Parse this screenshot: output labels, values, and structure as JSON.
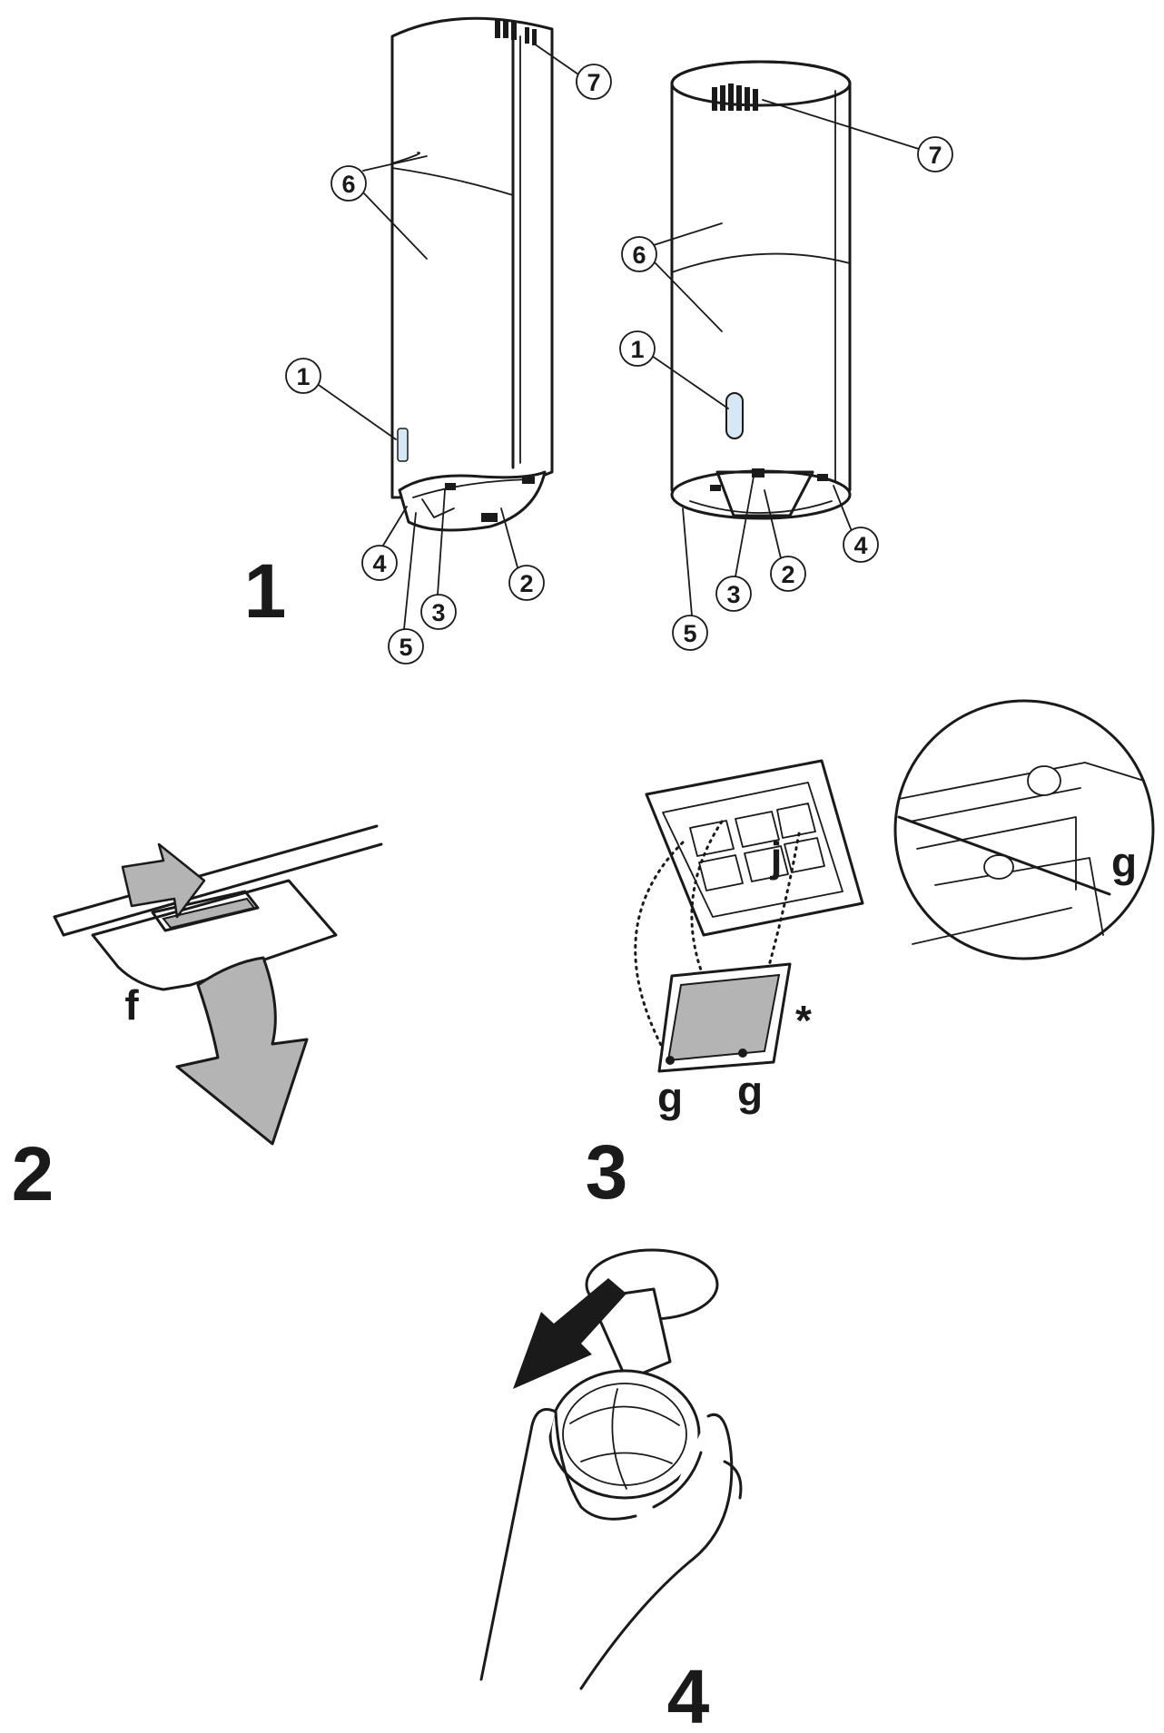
{
  "steps": [
    {
      "number": "1"
    },
    {
      "number": "2"
    },
    {
      "number": "3"
    },
    {
      "number": "4"
    }
  ],
  "figure1": {
    "left_hood_callouts": [
      "7",
      "6",
      "1",
      "4",
      "5",
      "3",
      "2"
    ],
    "right_hood_callouts": [
      "7",
      "6",
      "1",
      "5",
      "3",
      "2",
      "4"
    ]
  },
  "figure2": {
    "letter_f": "f"
  },
  "figure3": {
    "letter_j": "j",
    "letter_g": "g",
    "asterisk": "*"
  },
  "colors": {
    "ink": "#1a1a1a",
    "panel_grey": "#b4b4b4",
    "light_window": "#d6e8f5",
    "background": "#ffffff"
  }
}
